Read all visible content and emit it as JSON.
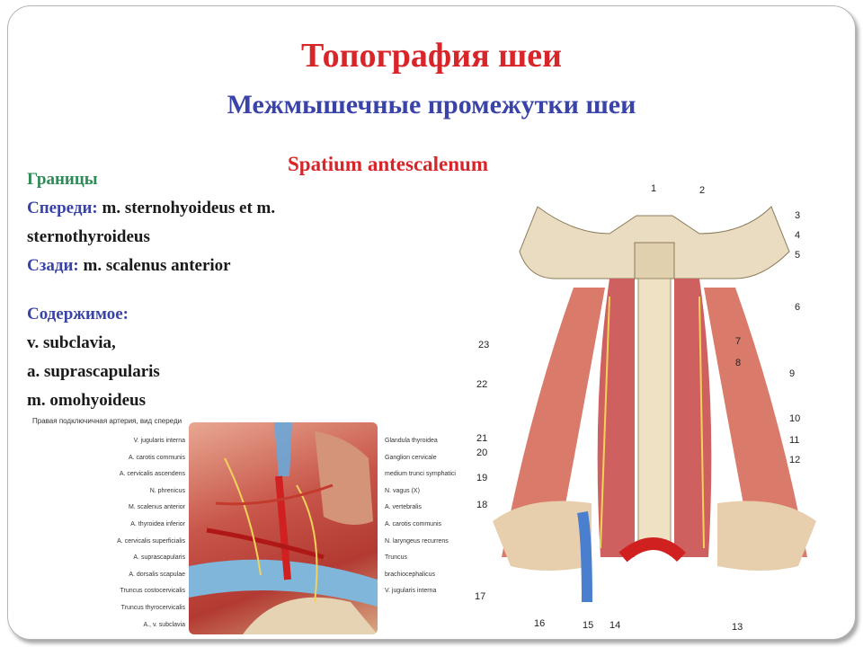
{
  "title": "Топография шеи",
  "subtitle": "Межмышечные промежутки шеи",
  "section_label": "Spatium antescalenum",
  "text": {
    "borders_heading": "Границы",
    "front_label": "Спереди:",
    "front_text_1": " m. sternohyoideus et m.",
    "front_text_2": "sternothyroideus",
    "back_label": "Сзади:",
    "back_text": " m. scalenus anterior",
    "contents_heading": "Содержимое:",
    "contents": [
      "v. subclavia,",
      "a. suprascapularis",
      "m. omohyoideus"
    ]
  },
  "figure_left": {
    "caption": "Правая подключичная артерия, вид спереди",
    "labels_left": [
      "V. jugularis interna",
      "A. carotis communis",
      "A. cervicalis ascendens",
      "N. phrenicus",
      "M. scalenus anterior",
      "A. thyroidea inferior",
      "A. cervicalis superficialis",
      "A. suprascapularis",
      "A. dorsalis scapulae",
      "Truncus costocervicalis",
      "Truncus thyrocervicalis",
      "A., v. subclavia"
    ],
    "labels_right": [
      "Glandula thyroidea",
      "Ganglion cervicale medium trunci symphatici",
      "N. vagus (X)",
      "A. vertebralis",
      "A. carotis communis",
      "N. laryngeus recurrens",
      "Truncus brachiocephalicus",
      "V. jugularis interna"
    ]
  },
  "figure_right": {
    "numbers": [
      "1",
      "2",
      "3",
      "4",
      "5",
      "6",
      "7",
      "8",
      "9",
      "10",
      "11",
      "12",
      "13",
      "14",
      "15",
      "16",
      "17",
      "18",
      "19",
      "20",
      "21",
      "22",
      "23"
    ]
  }
}
